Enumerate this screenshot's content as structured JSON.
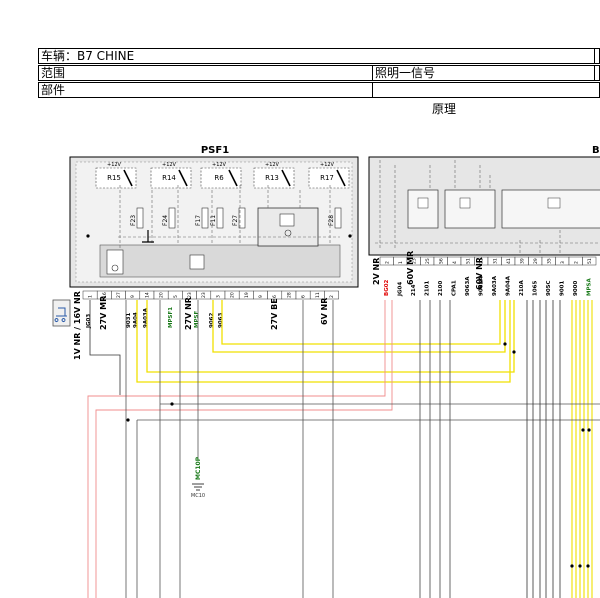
{
  "header": {
    "vehicle": "车辆：B7 CHINE",
    "scope": "范围",
    "signal": "照明一信号",
    "part": "部件",
    "caption": "原理"
  },
  "modules": {
    "psf1": "PSF1",
    "right": "B"
  },
  "relays": [
    "R15",
    "R14",
    "R6",
    "R13",
    "R17"
  ],
  "supply": "+12V",
  "fuses": [
    "F23",
    "F24",
    "F17",
    "F11",
    "F27",
    "F28"
  ],
  "psf1_connectors": [
    "1V NR / 16V NR",
    "27V MR",
    "27V NR",
    "27V BE",
    "6V NR"
  ],
  "psf1_pins": [
    "1",
    "16",
    "27",
    "9",
    "14",
    "20",
    "5",
    "23",
    "23",
    "3",
    "20",
    "19",
    "9",
    "6",
    "28",
    "6",
    "11",
    "2"
  ],
  "psf1_wires": [
    "JG03",
    "9031",
    "9A04",
    "9A03A",
    "MPSF1",
    "MPSF",
    "9062",
    "9063"
  ],
  "right_connectors": [
    "2V NR",
    "60V MR",
    "60V NR"
  ],
  "right_pins": [
    "2",
    "1",
    "23",
    "25",
    "56",
    "4",
    "51",
    "33",
    "31",
    "41",
    "39",
    "29",
    "35",
    "3",
    "2",
    "51"
  ],
  "right_wires": [
    "BG02",
    "JG04",
    "214",
    "2101",
    "2100",
    "CPA1",
    "9063A",
    "9062A",
    "9A03A",
    "9A04A",
    "210A",
    "1065",
    "905C",
    "9001",
    "9000",
    "MPSA"
  ],
  "ground": {
    "wire": "MC10P",
    "label": "MC10"
  }
}
